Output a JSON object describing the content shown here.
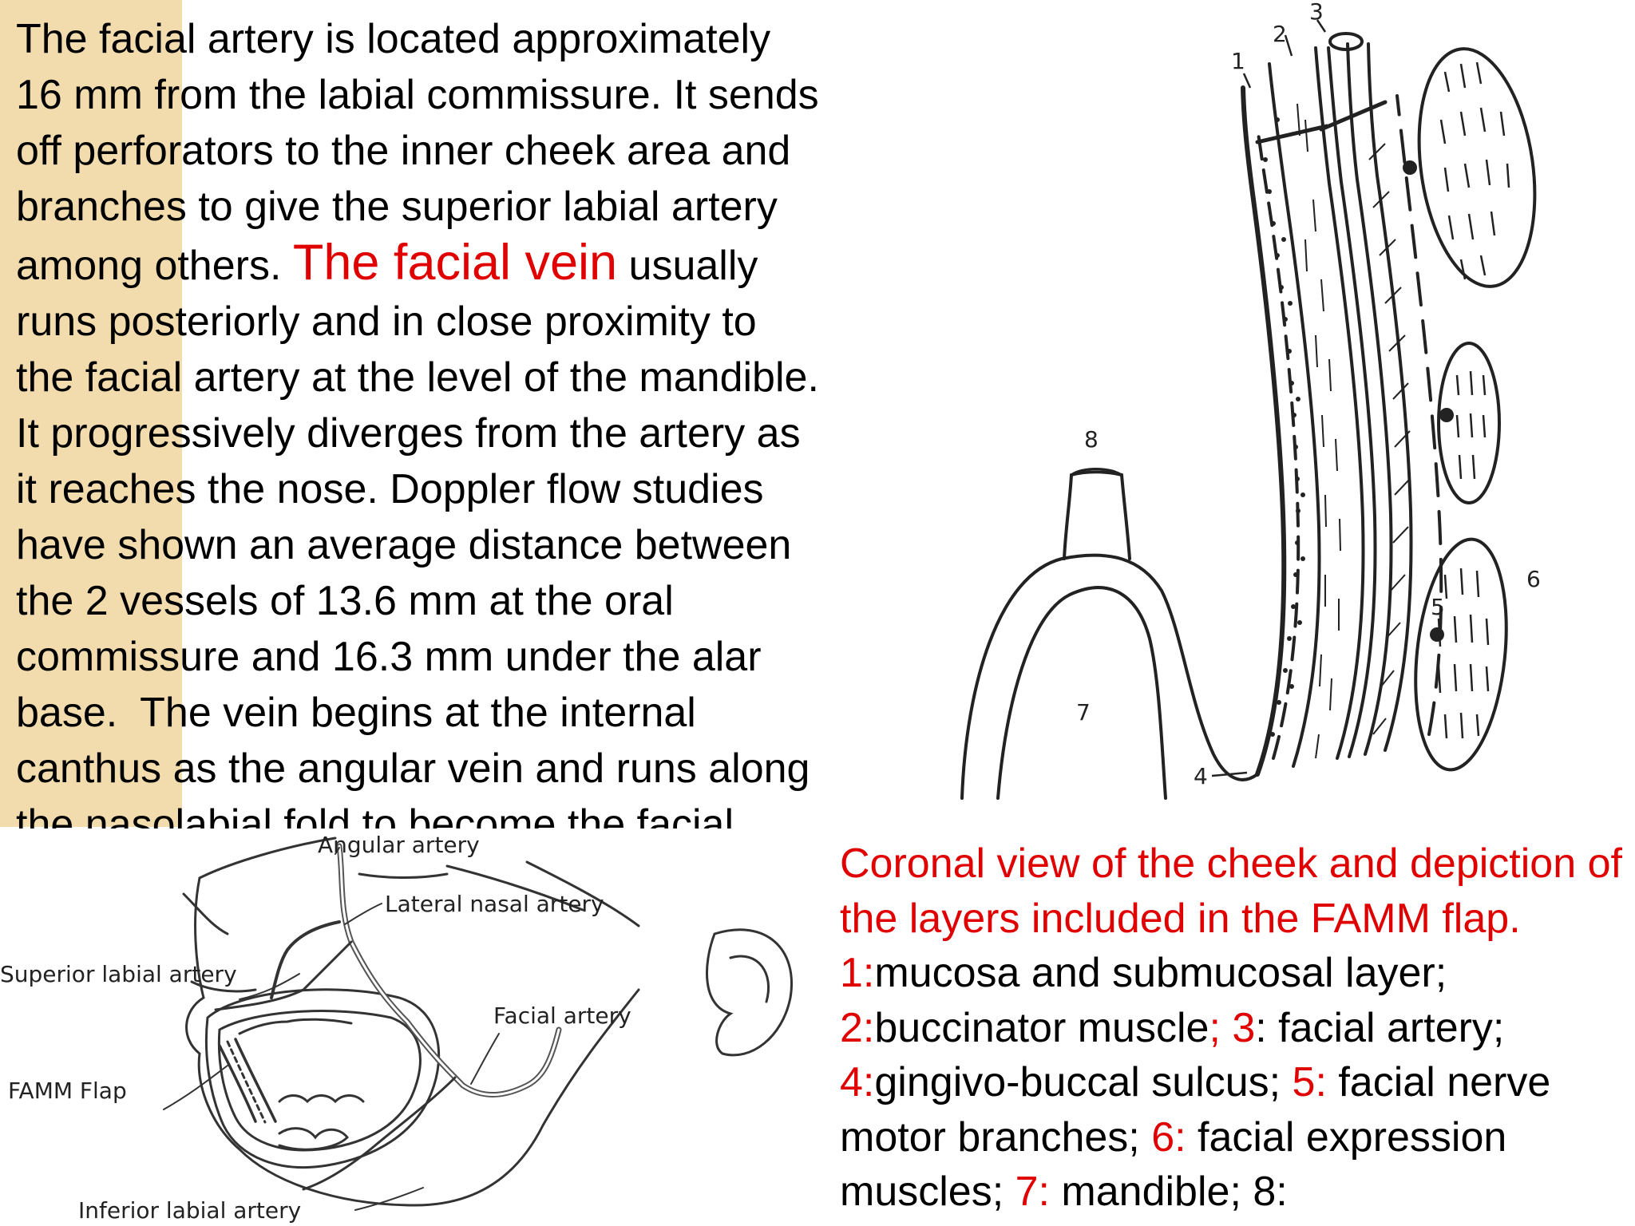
{
  "paragraph": {
    "text_1": "The facial artery is located approximately\n16 mm from the labial commissure. It sends\noff perforators to the inner cheek area and\nbranches to give the superior labial artery\namong others. ",
    "highlight": "The facial vein",
    "text_2": " usually\nruns posteriorly and in close proximity to\nthe facial artery at the level of the mandible.\nIt progressively diverges from the artery as\nit reaches the nose. Doppler flow studies\nhave shown an average distance between\nthe 2 vessels of 13.6 mm at the oral\ncommissure and 16.3 mm under the alar\nbase.  The vein begins at the internal\ncanthus as the angular vein and runs along\nthe nasolabial fold to become the facial"
  },
  "caption": {
    "segments": [
      {
        "text": "Coronal view of the cheek and depiction of the layers included in the FAMM flap. ",
        "red": true
      },
      {
        "text": "1:",
        "red": true
      },
      {
        "text": "mucosa and submucosal layer; ",
        "red": false
      },
      {
        "text": "2:",
        "red": true
      },
      {
        "text": "buccinator muscle",
        "red": false
      },
      {
        "text": "; 3",
        "red": true
      },
      {
        "text": ": facial artery; ",
        "red": false
      },
      {
        "text": "4:",
        "red": true
      },
      {
        "text": "gingivo-buccal sulcus; ",
        "red": false
      },
      {
        "text": "5:",
        "red": true
      },
      {
        "text": " facial nerve motor branches; ",
        "red": false
      },
      {
        "text": "6:",
        "red": true
      },
      {
        "text": " facial expression muscles; ",
        "red": false
      },
      {
        "text": "7:",
        "red": true
      },
      {
        "text": " mandible; 8: ",
        "red": false
      }
    ]
  },
  "coronal_diagram": {
    "labels": [
      "1",
      "2",
      "3",
      "4",
      "5",
      "6",
      "7",
      "8"
    ]
  },
  "face_diagram": {
    "labels": {
      "angular_artery": "Angular artery",
      "lateral_nasal_artery": "Lateral nasal artery",
      "superior_labial_artery": "Superior labial artery",
      "facial_artery": "Facial artery",
      "famm_flap": "FAMM Flap",
      "inferior_labial_artery": "Inferior labial artery"
    }
  },
  "colors": {
    "highlight_red": "#e00000",
    "tan_band": "#f2dcae"
  }
}
